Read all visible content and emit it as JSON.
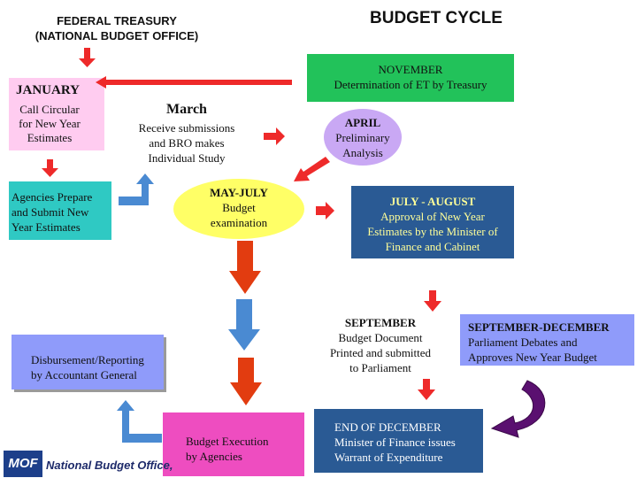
{
  "header": {
    "org_line1": "FEDERAL TREASURY",
    "org_line2": "(NATIONAL BUDGET OFFICE)",
    "title": "BUDGET CYCLE"
  },
  "stages": {
    "november": {
      "title": "NOVEMBER",
      "text": "Determination of ET by Treasury"
    },
    "january": {
      "title": "JANUARY",
      "line1": "Call Circular",
      "line2": "for New Year",
      "line3": "Estimates"
    },
    "march": {
      "title": "March",
      "line1": "Receive submissions",
      "line2": "and BRO makes",
      "line3": "Individual Study"
    },
    "april": {
      "title": "APRIL",
      "line1": "Preliminary",
      "line2": "Analysis"
    },
    "agencies": {
      "line1": "Agencies Prepare",
      "line2": "and Submit New",
      "line3": "Year Estimates"
    },
    "may_july": {
      "title": "MAY-JULY",
      "line1": "Budget",
      "line2": "examination"
    },
    "july_august": {
      "title": "JULY - AUGUST",
      "line1": "Approval of New Year",
      "line2": "Estimates by the Minister of",
      "line3": "Finance and Cabinet"
    },
    "september": {
      "title": "SEPTEMBER",
      "line1": "Budget Document",
      "line2": "Printed and submitted",
      "line3": "to Parliament"
    },
    "sept_dec": {
      "title": "SEPTEMBER-DECEMBER",
      "line1": "Parliament Debates and",
      "line2": "Approves New Year Budget"
    },
    "disbursement": {
      "line1": "Disbursement/Reporting",
      "line2": "by Accountant General"
    },
    "execution": {
      "line1": "Budget Execution",
      "line2": "by Agencies"
    },
    "end_december": {
      "title": "END OF DECEMBER",
      "line1": "Minister of Finance issues",
      "line2": "Warrant of Expenditure"
    }
  },
  "footer": {
    "logo_text": "MOF",
    "org_name": "National Budget Office,"
  },
  "colors": {
    "green": "#22c25a",
    "pink": "#ffccf0",
    "lavender": "#c9a8f4",
    "teal": "#2fc9c3",
    "yellow": "#ffff66",
    "navy": "#2a5a94",
    "periwinkle": "#8f9bfa",
    "magenta": "#ee4dc0",
    "red_arrow": "#ee2a2a",
    "orange_arrow": "#e23c10",
    "blue_arrow": "#4a8ad2",
    "purple_arrow": "#5a1070"
  }
}
